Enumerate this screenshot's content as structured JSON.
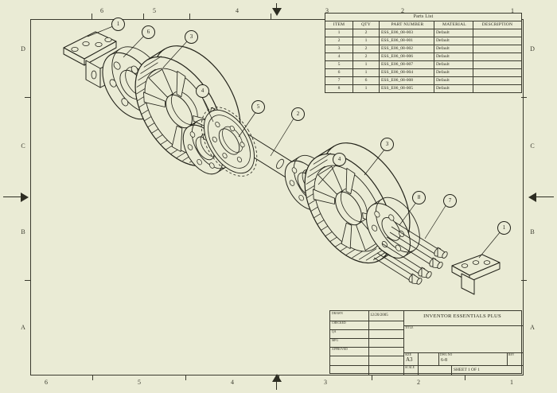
{
  "sheet": {
    "background_color": "#eaebd5",
    "ink_color": "#2a2a1e",
    "zones_horizontal": [
      "6",
      "5",
      "4",
      "3",
      "2",
      "1"
    ],
    "zones_vertical": [
      "D",
      "C",
      "B",
      "A"
    ]
  },
  "parts_list": {
    "title": "Parts List",
    "columns": [
      "ITEM",
      "QTY",
      "PART NUMBER",
      "MATERIAL",
      "DESCRIPTION"
    ],
    "rows": [
      {
        "item": "1",
        "qty": "2",
        "part_number": "ESS_E06_08-003",
        "material": "Default",
        "description": ""
      },
      {
        "item": "2",
        "qty": "1",
        "part_number": "ESS_E06_08-001",
        "material": "Default",
        "description": ""
      },
      {
        "item": "3",
        "qty": "2",
        "part_number": "ESS_E06_08-002",
        "material": "Default",
        "description": ""
      },
      {
        "item": "4",
        "qty": "2",
        "part_number": "ESS_E06_08-006",
        "material": "Default",
        "description": ""
      },
      {
        "item": "5",
        "qty": "1",
        "part_number": "ESS_E06_08-007",
        "material": "Default",
        "description": ""
      },
      {
        "item": "6",
        "qty": "1",
        "part_number": "ESS_E06_08-004",
        "material": "Default",
        "description": ""
      },
      {
        "item": "7",
        "qty": "6",
        "part_number": "ESS_E06_08-008",
        "material": "Default",
        "description": ""
      },
      {
        "item": "8",
        "qty": "1",
        "part_number": "ESS_E06_08-005",
        "material": "Default",
        "description": ""
      }
    ]
  },
  "title_block": {
    "company": "INVENTOR ESSENTIALS PLUS",
    "rows": [
      {
        "label": "DRAWN",
        "value": "12/20/2005"
      },
      {
        "label": "CHECKED",
        "value": ""
      },
      {
        "label": "QA",
        "value": ""
      },
      {
        "label": "MFG",
        "value": ""
      },
      {
        "label": "APPROVED",
        "value": ""
      }
    ],
    "title_label": "TITLE",
    "title_value": "",
    "size_label": "SIZE",
    "size_value": "A3",
    "dwg_no_label": "DWG NO",
    "dwg_no_value": "6-8",
    "rev_label": "REV",
    "rev_value": "",
    "scale_label": "SCALE",
    "scale_value": "",
    "sheet_text": "SHEET 1  OF 1"
  },
  "balloons": [
    {
      "id": "b1",
      "label": "1"
    },
    {
      "id": "b6",
      "label": "6"
    },
    {
      "id": "b3a",
      "label": "3"
    },
    {
      "id": "b4a",
      "label": "4"
    },
    {
      "id": "b5",
      "label": "5"
    },
    {
      "id": "b2",
      "label": "2"
    },
    {
      "id": "b4b",
      "label": "4"
    },
    {
      "id": "b3b",
      "label": "3"
    },
    {
      "id": "b8",
      "label": "8"
    },
    {
      "id": "b7",
      "label": "7"
    },
    {
      "id": "b1b",
      "label": "1"
    }
  ]
}
